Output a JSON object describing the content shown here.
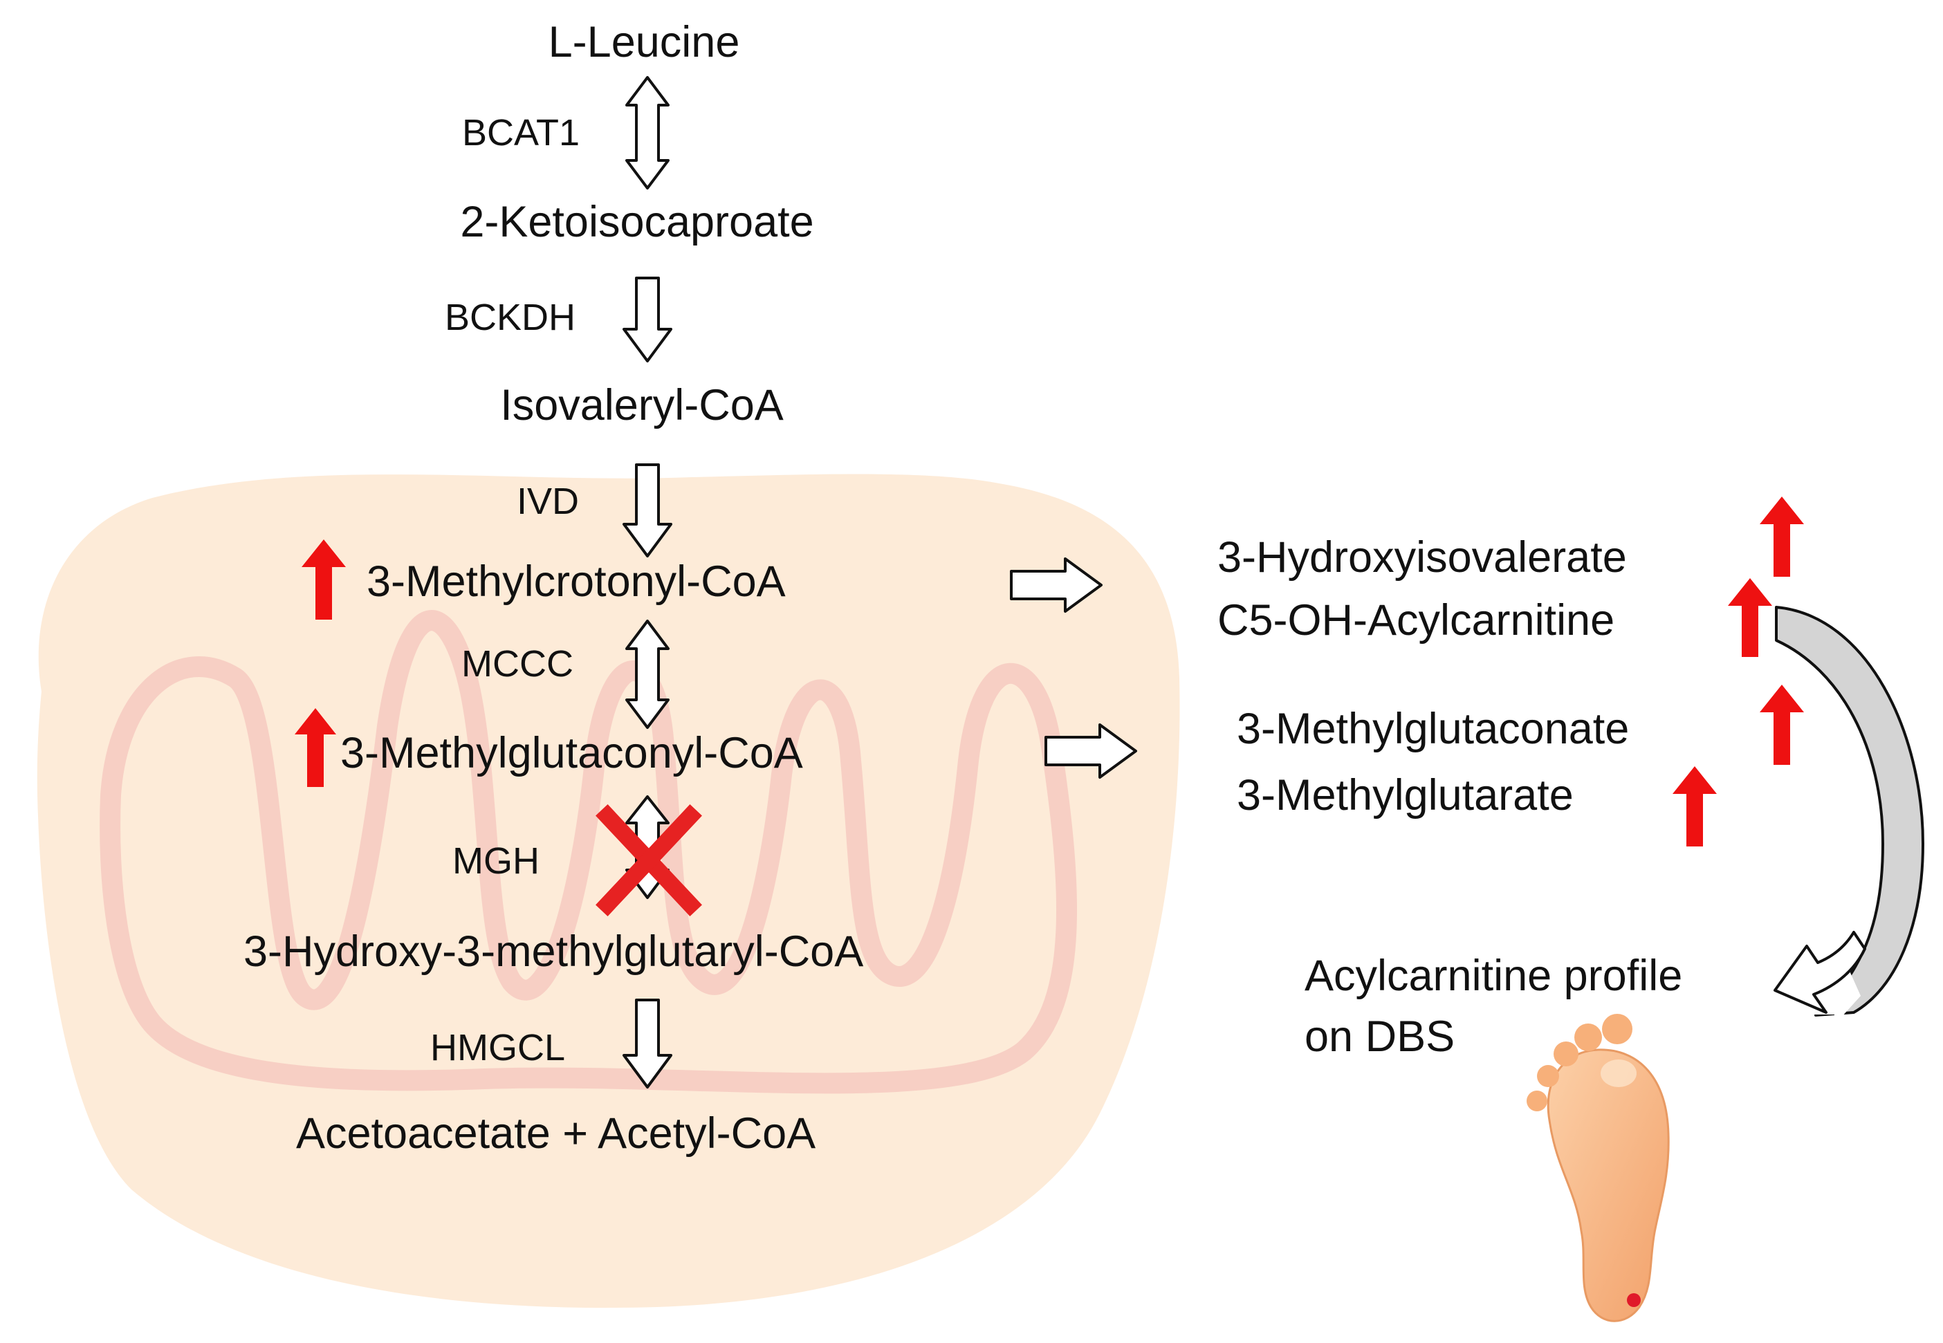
{
  "pathway": {
    "metabolites": [
      "L-Leucine",
      "2-Ketoisocaproate",
      "Isovaleryl-CoA",
      "3-Methylcrotonyl-CoA",
      "3-Methylglutaconyl-CoA",
      "3-Hydroxy-3-methylglutaryl-CoA",
      "Acetoacetate + Acetyl-CoA"
    ],
    "enzymes": [
      "BCAT1",
      "BCKDH",
      "IVD",
      "MCCC",
      "MGH",
      "HMGCL"
    ],
    "blocked_enzyme": "MGH"
  },
  "products": {
    "hydroxyisovalerate": "3-Hydroxyisovalerate",
    "acylcarnitine": "C5-OH-Acylcarnitine",
    "methylglutaconate": "3-Methylglutaconate",
    "methylglutarate": "3-Methylglutarate"
  },
  "screening": {
    "line1": "Acylcarnitine profile",
    "line2": "on DBS"
  },
  "colors": {
    "mitochondrion_fill": "#fdebd8",
    "cristae": "#f7cfc4",
    "increase_arrow": "#ee1111",
    "block_cross": "#e62222",
    "foot": "#f7b07a"
  }
}
